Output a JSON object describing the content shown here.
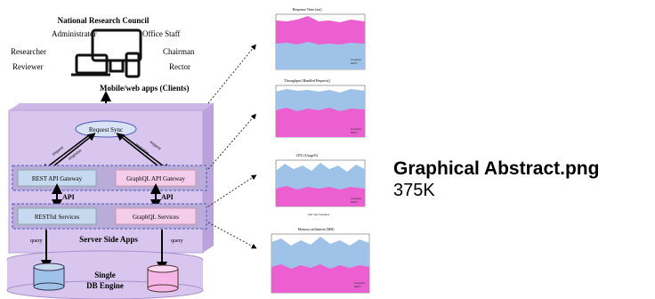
{
  "file": {
    "name": "Graphical Abstract.png",
    "size": "375K"
  },
  "thumbnail": {
    "roles": {
      "top": "National Research Council",
      "administrator": "Administrator",
      "office_staff": "Office Staff",
      "researcher": "Researcher",
      "chairman": "Chairman",
      "reviewer": "Reviewer",
      "rector": "Rector"
    },
    "clients_label": "Mobile/web apps (Clients)",
    "request_sync": "Request Sync",
    "arrow_left_a": "request",
    "arrow_left_b": "response",
    "arrow_right_a": "response",
    "arrow_right_b": "request",
    "rest_gateway": "REST API Gateway",
    "graphql_gateway": "GraphQL API Gateway",
    "api_left": "API",
    "api_right": "API",
    "restful_services": "RESTful Services",
    "graphql_services": "GraphQL Services",
    "server_side": "Server Side Apps",
    "query_left": "query",
    "query_right": "query",
    "db_label_1": "Single",
    "db_label_2": "DB Engine",
    "charts": [
      {
        "title": "Response Time (ms)",
        "legend": [
          "GraphQL",
          "REST"
        ]
      },
      {
        "title": "Throughput (Handled Requests)",
        "legend": [
          "GraphQL",
          "REST"
        ]
      },
      {
        "title": "CPU (Usage%)",
        "legend": [
          "GraphQL",
          "REST"
        ],
        "xlabel": "Test Case Scenarios"
      },
      {
        "title": "Memory utilization (MB)",
        "legend": [
          "GraphQL",
          "REST"
        ]
      }
    ],
    "colors": {
      "box": "#d8c6ee",
      "pink": "#ec5fd0",
      "blue": "#9fc3e8",
      "dash": "#4a5ab8"
    }
  }
}
